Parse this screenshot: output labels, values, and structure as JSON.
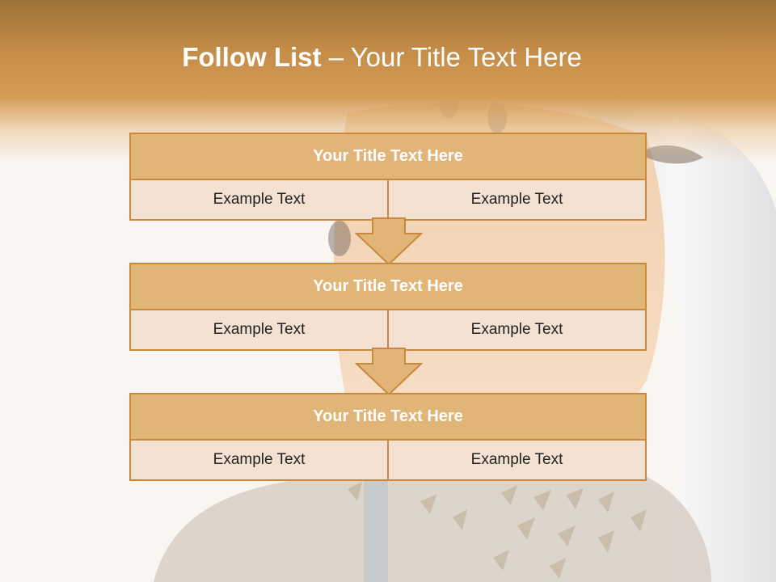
{
  "slide": {
    "title_bold": "Follow List",
    "title_rest": " – Your Title Text Here"
  },
  "blocks": [
    {
      "title": "Your Title Text Here",
      "left": "Example Text",
      "right": "Example Text"
    },
    {
      "title": "Your Title Text Here",
      "left": "Example Text",
      "right": "Example Text"
    },
    {
      "title": "Your Title Text Here",
      "left": "Example Text",
      "right": "Example Text"
    }
  ],
  "colors": {
    "accent": "#d59c57",
    "header_dark": "#9c7237",
    "block_border": "#c8893c",
    "block_head": "#e1b478",
    "block_row": "#f3e2d2"
  }
}
